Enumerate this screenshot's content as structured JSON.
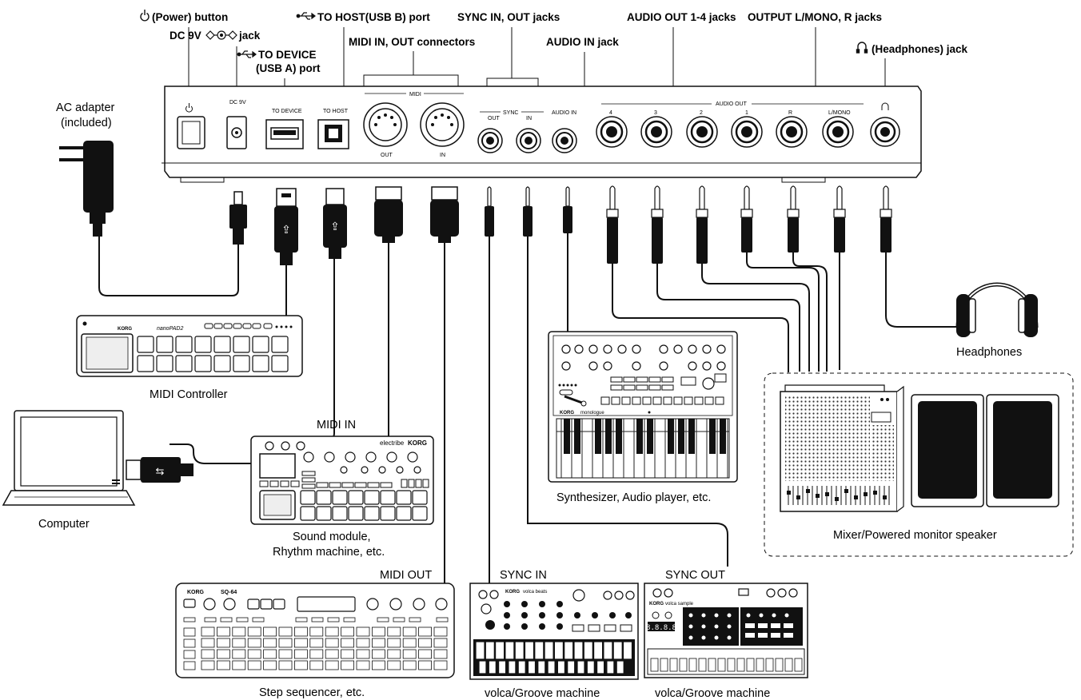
{
  "callouts": {
    "power": "(Power) button",
    "dc9v": "DC 9V",
    "dc9v_suffix": "jack",
    "to_host": "TO HOST(USB B) port",
    "to_device_1": "TO DEVICE",
    "to_device_2": "(USB A) port",
    "midi_in_out": "MIDI IN, OUT connectors",
    "sync_in_out": "SYNC IN, OUT jacks",
    "audio_in": "AUDIO IN jack",
    "audio_out": "AUDIO OUT 1-4 jacks",
    "output_lr": "OUTPUT  L/MONO, R jacks",
    "headphones": "(Headphones) jack"
  },
  "panel": {
    "dc9v": "DC 9V",
    "to_device": "TO DEVICE",
    "to_host": "TO HOST",
    "midi": "MIDI",
    "midi_out": "OUT",
    "midi_in": "IN",
    "sync": "SYNC",
    "sync_out": "OUT",
    "sync_in": "IN",
    "audio_in": "AUDIO IN",
    "audio_out": "AUDIO OUT",
    "out4": "4",
    "out3": "3",
    "out2": "2",
    "out1": "1",
    "out_r": "R",
    "out_l": "L/MONO"
  },
  "devices": {
    "ac_adapter_1": "AC adapter",
    "ac_adapter_2": "(included)",
    "midi_controller": "MIDI Controller",
    "computer": "Computer",
    "midi_in_label": "MIDI IN",
    "sound_module_1": "Sound module,",
    "sound_module_2": "Rhythm machine, etc.",
    "synth": "Synthesizer, Audio player, etc.",
    "headphones": "Headphones",
    "mixer": "Mixer/Powered monitor speaker",
    "midi_out_label": "MIDI OUT",
    "step_seq": "Step sequencer, etc.",
    "sync_in_label": "SYNC IN",
    "volca1": "volca/Groove machine",
    "sync_out_label": "SYNC OUT",
    "volca2": "volca/Groove machine"
  },
  "product_text": {
    "korg": "KORG",
    "nanopad": "nanoPAD2",
    "electribe": "electribe",
    "monologue": "monologue",
    "sq64": "SQ-64",
    "volca_beats": "volca beats",
    "volca_sample": "volca sample"
  }
}
